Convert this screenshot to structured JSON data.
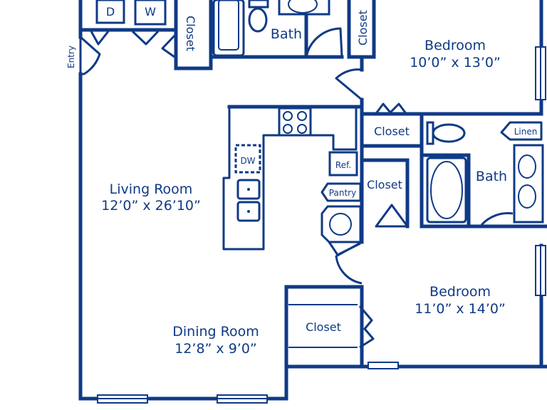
{
  "rooms": {
    "living": {
      "name": "Living Room",
      "dims": "12’0” x 26’10”"
    },
    "dining": {
      "name": "Dining Room",
      "dims": "12’8” x 9’0”"
    },
    "bedroom1": {
      "name": "Bedroom",
      "dims": "10’0” x 13’0”"
    },
    "bedroom2": {
      "name": "Bedroom",
      "dims": "11’0” x 14’0”"
    },
    "bath1": {
      "name": "Bath"
    },
    "bath2": {
      "name": "Bath"
    }
  },
  "labels": {
    "washer": "W",
    "dryer": "D",
    "entry": "Entry",
    "closet": "Closet",
    "linen": "Linen",
    "pantry": "Pantry",
    "refrigerator": "Ref.",
    "dishwasher": "DW"
  },
  "colors": {
    "line": "#0f3a86",
    "background": "#ffffff"
  }
}
